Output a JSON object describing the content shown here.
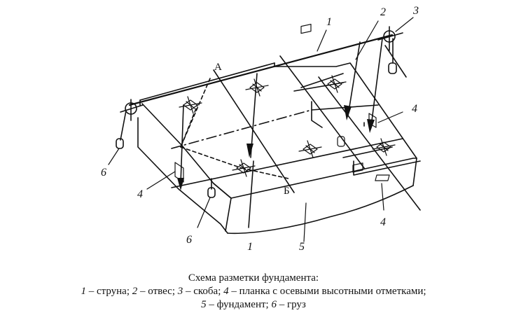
{
  "diagram": {
    "labels": {
      "string_top": "1",
      "plumb_top": "2",
      "bracket_top": "3",
      "plank_right_upper": "4",
      "plank_left": "4",
      "plank_right_lower": "4",
      "foundation": "5",
      "weight_left": "6",
      "weight_bottom": "6",
      "string_bottom": "1",
      "point_a": "А",
      "point_b": "Б"
    }
  },
  "caption": {
    "title": "Схема разметки фундамента:",
    "legend": [
      {
        "num": "1",
        "text": "струна"
      },
      {
        "num": "2",
        "text": "отвес"
      },
      {
        "num": "3",
        "text": "скоба"
      },
      {
        "num": "4",
        "text": "планка с осевыми высотными отметками"
      },
      {
        "num": "5",
        "text": "фундамент"
      },
      {
        "num": "6",
        "text": "груз"
      }
    ],
    "dash": " – ",
    "sep": "; ",
    "end": "; "
  }
}
